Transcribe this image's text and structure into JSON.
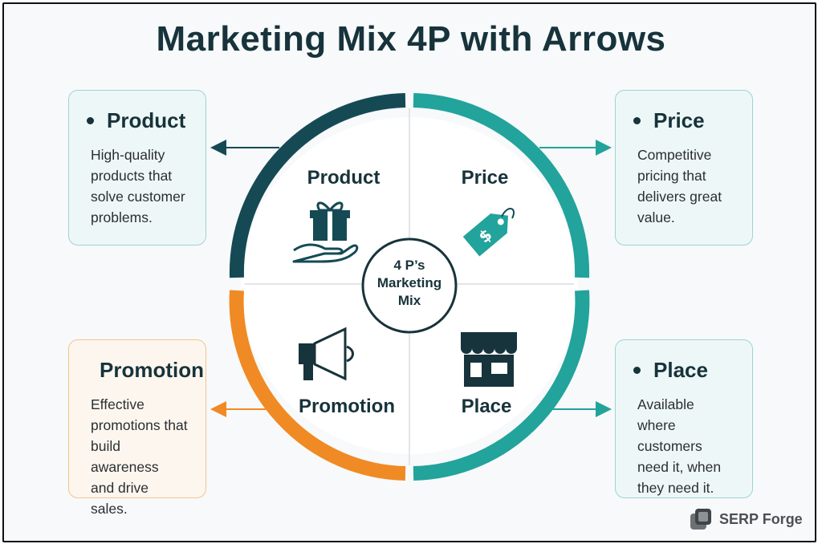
{
  "title": "Marketing Mix 4P with Arrows",
  "center": {
    "line1": "4 P’s",
    "line2": "Marketing",
    "line3": "Mix"
  },
  "quadrants": {
    "product": "Product",
    "price": "Price",
    "promotion": "Promotion",
    "place": "Place"
  },
  "cards": {
    "product": {
      "heading": "Product",
      "body": "High-quality\nproducts that\nsolve customer\nproblems."
    },
    "price": {
      "heading": "Price",
      "body": "Competitive\npricing that\ndelivers great\nvalue."
    },
    "promotion": {
      "heading": "Promotion",
      "body": "Effective\npromotions that\nbuild awareness\nand drive sales."
    },
    "place": {
      "heading": "Place",
      "body": "Available\nwhere customers\nneed it, when\nthey need it."
    }
  },
  "icons": {
    "product": "gift-in-hand-icon",
    "price": "price-tag-icon",
    "promotion": "megaphone-icon",
    "place": "storefront-icon",
    "logo": "serp-forge-logo-icon"
  },
  "colors": {
    "dark_teal": "#154a55",
    "teal": "#22a39b",
    "orange": "#f08a24",
    "text": "#17333b"
  },
  "brand": {
    "name": "SERP Forge"
  }
}
